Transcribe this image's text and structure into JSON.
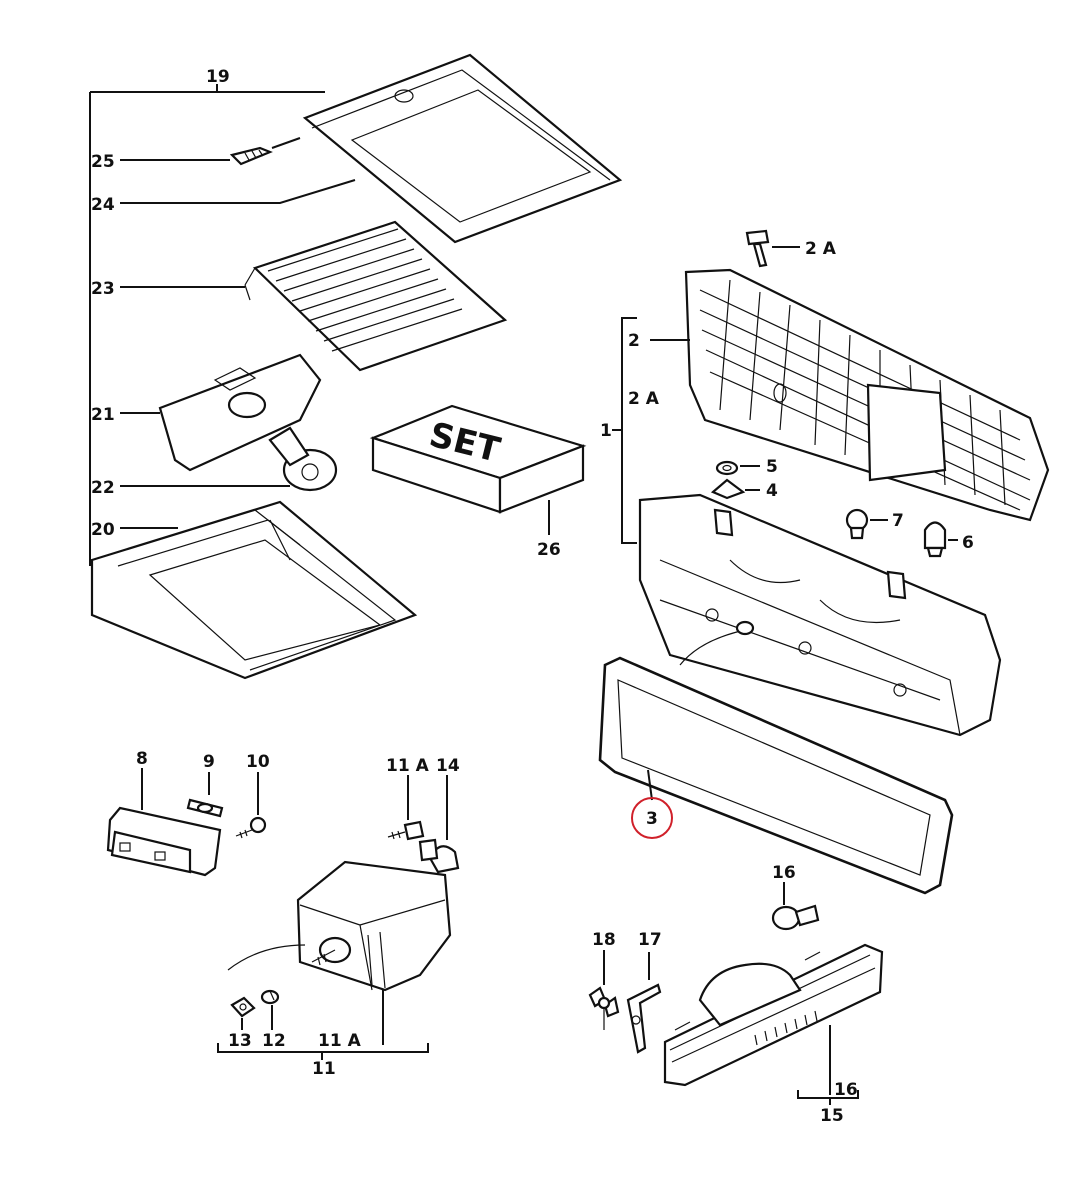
{
  "callouts": {
    "c1": "1",
    "c2": "2",
    "c2a_top": "2 A",
    "c2a_mid": "2 A",
    "c3": "3",
    "c4": "4",
    "c5": "5",
    "c6": "6",
    "c7": "7",
    "c8": "8",
    "c9": "9",
    "c10": "10",
    "c11": "11",
    "c11a_top": "11 A",
    "c11a_bottom": "11 A",
    "c12": "12",
    "c13": "13",
    "c14": "14",
    "c15": "15",
    "c16_top": "16",
    "c16_bottom": "16",
    "c17": "17",
    "c18": "18",
    "c19": "19",
    "c20": "20",
    "c21": "21",
    "c22": "22",
    "c23": "23",
    "c24": "24",
    "c25": "25",
    "c26": "26"
  },
  "set_box_text": "SET",
  "highlight": {
    "callout": "3",
    "color": "#d0202a"
  }
}
